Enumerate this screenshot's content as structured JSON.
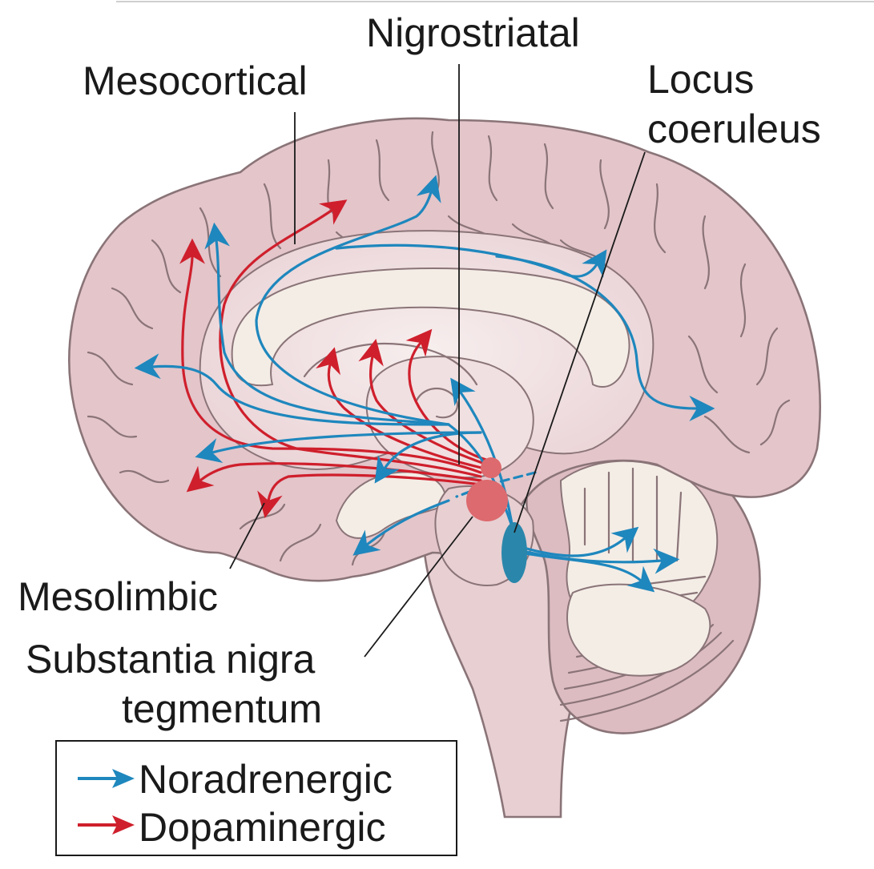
{
  "labels": {
    "mesocortical": "Mesocortical",
    "nigrostriatal": "Nigrostriatal",
    "locus_line1": "Locus",
    "locus_line2": "coeruleus",
    "mesolimbic": "Mesolimbic",
    "substantia_line1": "Substantia nigra",
    "substantia_line2": "tegmentum"
  },
  "legend": {
    "items": [
      {
        "label": "Noradrenergic",
        "color": "#1e87bd",
        "icon": "blue-arrow-icon"
      },
      {
        "label": "Dopaminergic",
        "color": "#cf1f2c",
        "icon": "red-arrow-icon"
      }
    ]
  },
  "colors": {
    "cortex": "#e3c5ca",
    "inner": "#f1e3e4",
    "white_matter": "#f4ede6",
    "noradrenergic": "#1e87bd",
    "dopaminergic": "#cf1f2c",
    "dopamine_nucleus": "#dd6a6e",
    "locus_nucleus": "#2a87ab"
  }
}
